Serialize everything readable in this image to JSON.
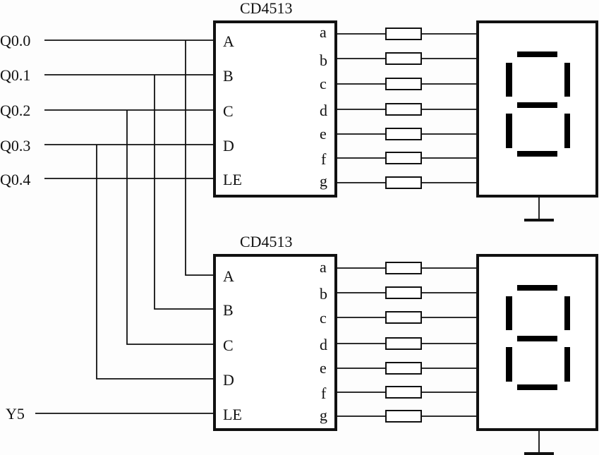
{
  "diagram": {
    "type": "circuit-schematic",
    "description": "Two CD4513 BCD-to-7-segment latch/decoder drivers sharing data lines, each driving a seven-segment display via current-limiting resistors",
    "inputs": [
      {
        "label": "Q0.0",
        "connects_to": "A"
      },
      {
        "label": "Q0.1",
        "connects_to": "B"
      },
      {
        "label": "Q0.2",
        "connects_to": "C"
      },
      {
        "label": "Q0.3",
        "connects_to": "D"
      },
      {
        "label": "Q0.4",
        "connects_to": "LE (upper chip)"
      },
      {
        "label": "Y5",
        "connects_to": "LE (lower chip)"
      }
    ],
    "chips": [
      {
        "name": "CD4513",
        "input_pins": [
          "A",
          "B",
          "C",
          "D",
          "LE"
        ],
        "output_pins": [
          "a",
          "b",
          "c",
          "d",
          "e",
          "f",
          "g"
        ],
        "latch_enable_source": "Q0.4"
      },
      {
        "name": "CD4513",
        "input_pins": [
          "A",
          "B",
          "C",
          "D",
          "LE"
        ],
        "output_pins": [
          "a",
          "b",
          "c",
          "d",
          "e",
          "f",
          "g"
        ],
        "latch_enable_source": "Y5"
      }
    ],
    "displays": [
      {
        "type": "seven-segment",
        "segments": [
          "a",
          "b",
          "c",
          "d",
          "e",
          "f",
          "g"
        ],
        "grounded": true
      },
      {
        "type": "seven-segment",
        "segments": [
          "a",
          "b",
          "c",
          "d",
          "e",
          "f",
          "g"
        ],
        "grounded": true
      }
    ],
    "resistors_per_display": 7
  }
}
